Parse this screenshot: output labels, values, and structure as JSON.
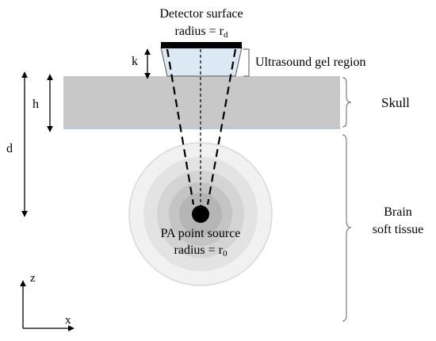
{
  "detector": {
    "title": "Detector surface",
    "radius_prefix": "radius = r",
    "radius_sub": "d"
  },
  "gel": {
    "label": "Ultrasound gel region"
  },
  "skull": {
    "label": "Skull"
  },
  "brain": {
    "line1": "Brain",
    "line2": "soft tissue"
  },
  "source": {
    "title": "PA point source",
    "radius_prefix": "radius = r",
    "radius_sub": "0"
  },
  "dimensions": {
    "k": "k",
    "h": "h",
    "d": "d"
  },
  "axes": {
    "z": "z",
    "x": "x"
  },
  "colors": {
    "skull": "#c8c8c8",
    "gel": "#dce8f4",
    "detector": "#000000",
    "source": "#000000",
    "rings": [
      "#f0f0f0",
      "#e2e2e2",
      "#d3d3d3",
      "#c3c3c3",
      "#b4b4b4"
    ]
  }
}
